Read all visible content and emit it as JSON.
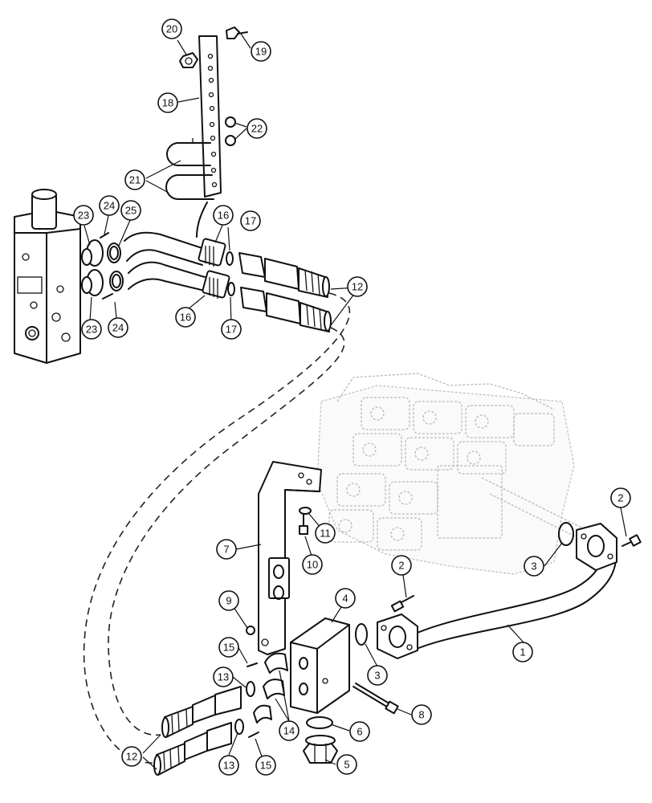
{
  "callouts": [
    {
      "id": "c1",
      "label": "1"
    },
    {
      "id": "c2a",
      "label": "2"
    },
    {
      "id": "c2b",
      "label": "2"
    },
    {
      "id": "c3a",
      "label": "3"
    },
    {
      "id": "c3b",
      "label": "3"
    },
    {
      "id": "c4",
      "label": "4"
    },
    {
      "id": "c5",
      "label": "5"
    },
    {
      "id": "c6",
      "label": "6"
    },
    {
      "id": "c7",
      "label": "7"
    },
    {
      "id": "c8",
      "label": "8"
    },
    {
      "id": "c9",
      "label": "9"
    },
    {
      "id": "c10",
      "label": "10"
    },
    {
      "id": "c11",
      "label": "11"
    },
    {
      "id": "c12a",
      "label": "12"
    },
    {
      "id": "c12b",
      "label": "12"
    },
    {
      "id": "c13a",
      "label": "13"
    },
    {
      "id": "c13b",
      "label": "13"
    },
    {
      "id": "c14",
      "label": "14"
    },
    {
      "id": "c15a",
      "label": "15"
    },
    {
      "id": "c15b",
      "label": "15"
    },
    {
      "id": "c16a",
      "label": "16"
    },
    {
      "id": "c16b",
      "label": "16"
    },
    {
      "id": "c17a",
      "label": "17"
    },
    {
      "id": "c17b",
      "label": "17"
    },
    {
      "id": "c18",
      "label": "18"
    },
    {
      "id": "c19",
      "label": "19"
    },
    {
      "id": "c20",
      "label": "20"
    },
    {
      "id": "c21",
      "label": "21"
    },
    {
      "id": "c22",
      "label": "22"
    },
    {
      "id": "c23a",
      "label": "23"
    },
    {
      "id": "c23b",
      "label": "23"
    },
    {
      "id": "c24a",
      "label": "24"
    },
    {
      "id": "c24b",
      "label": "24"
    },
    {
      "id": "c25",
      "label": "25"
    }
  ]
}
